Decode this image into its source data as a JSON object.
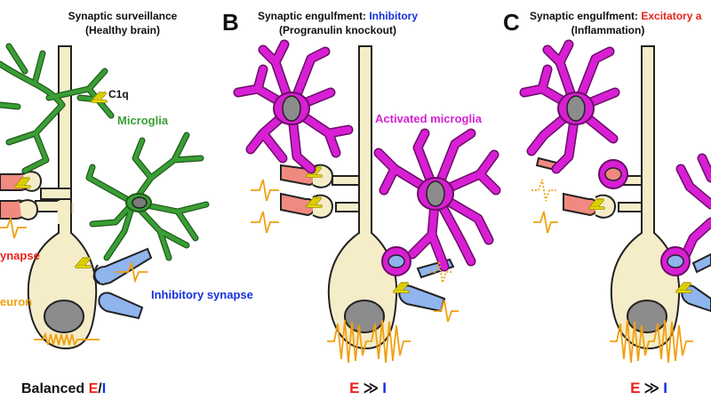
{
  "colors": {
    "microglia_green": "#3a9e35",
    "microglia_magenta": "#d81fd4",
    "excitatory_red": "#e8231c",
    "inhibitory_blue": "#1530e0",
    "neuron_fill": "#f5ecc8",
    "signal_orange": "#f0a010",
    "c1q_yellow": "#e6d800",
    "text_black": "#111111"
  },
  "panel_a": {
    "title_line1": "Synaptic surveillance",
    "title_line2": "(Healthy brain)",
    "c1q_label": "C1q",
    "microglia_label": "Microglia",
    "excitatory_label": "ynapse",
    "neuron_label": "euron",
    "inhibitory_label": "Inhibitory synapse",
    "balance_prefix": "Balanced ",
    "balance_e": "E",
    "balance_slash": "/",
    "balance_i": "I"
  },
  "panel_b": {
    "letter": "B",
    "title_prefix": "Synaptic engulfment: ",
    "title_highlight": "Inhibitory",
    "title_line2": "(Progranulin knockout)",
    "microglia_label": "Activated microglia",
    "ratio_e": "E",
    "ratio_sym": "≫",
    "ratio_i": "I"
  },
  "panel_c": {
    "letter": "C",
    "title_prefix": "Synaptic engulfment: ",
    "title_highlight": "Excitatory a",
    "title_line2": "(Inflammation)",
    "ratio_e": "E",
    "ratio_sym": "≫",
    "ratio_i": "I"
  }
}
